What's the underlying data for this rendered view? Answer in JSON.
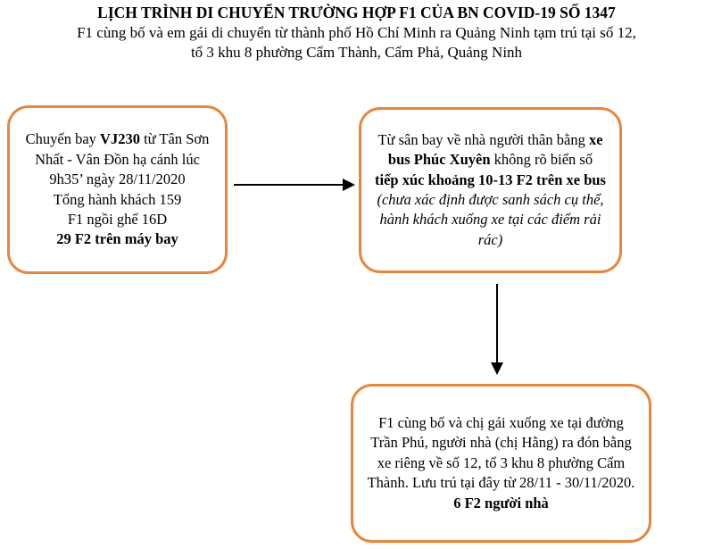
{
  "header": {
    "title": "LỊCH TRÌNH DI CHUYỂN TRƯỜNG HỢP F1 CỦA BN COVID-19 SỐ 1347",
    "subtitle_lines": [
      "F1 cùng bố và em gái di chuyển từ thành phố Hồ Chí Minh ra Quảng Ninh tạm trú tại số 12,",
      "tổ 3 khu 8 phường Cẩm Thành, Cẩm Phả, Quảng Ninh"
    ]
  },
  "colors": {
    "box_border": "#E7863C",
    "arrow": "#000000",
    "text": "#000000",
    "background": "#FFFFFF"
  },
  "boxes": {
    "flight": {
      "seg_intro": "Chuyến bay ",
      "seg_flight_no": "VJ230",
      "seg_route": " từ Tân Sơn Nhất - Vân Đồn hạ cánh lúc 9h35’ ngày 28/11/2020",
      "line_passengers": "Tổng hành khách 159",
      "line_seat": "F1 ngồi ghế 16D",
      "line_f2": "29 F2 trên máy bay"
    },
    "bus": {
      "seg_intro": "Từ sân bay về nhà người thân bằng ",
      "seg_bus_name": "xe bus Phúc Xuyên",
      "seg_plate": " không rõ biển số",
      "seg_contact": "tiếp xúc khoảng 10-13 F2 trên xe bus",
      "note": "(chưa xác định được sanh sách cụ thể, hành khách xuống xe tại các điểm rải rác)"
    },
    "home": {
      "main": "F1 cùng bố và chị gái xuống xe tại đường Trần Phú, người nhà (chị Hằng) ra đón bằng xe riêng về số 12, tổ 3 khu 8 phường Cẩm Thành. Lưu trú tại đây từ 28/11 - 30/11/2020.",
      "line_f2": "6 F2 người nhà"
    }
  }
}
